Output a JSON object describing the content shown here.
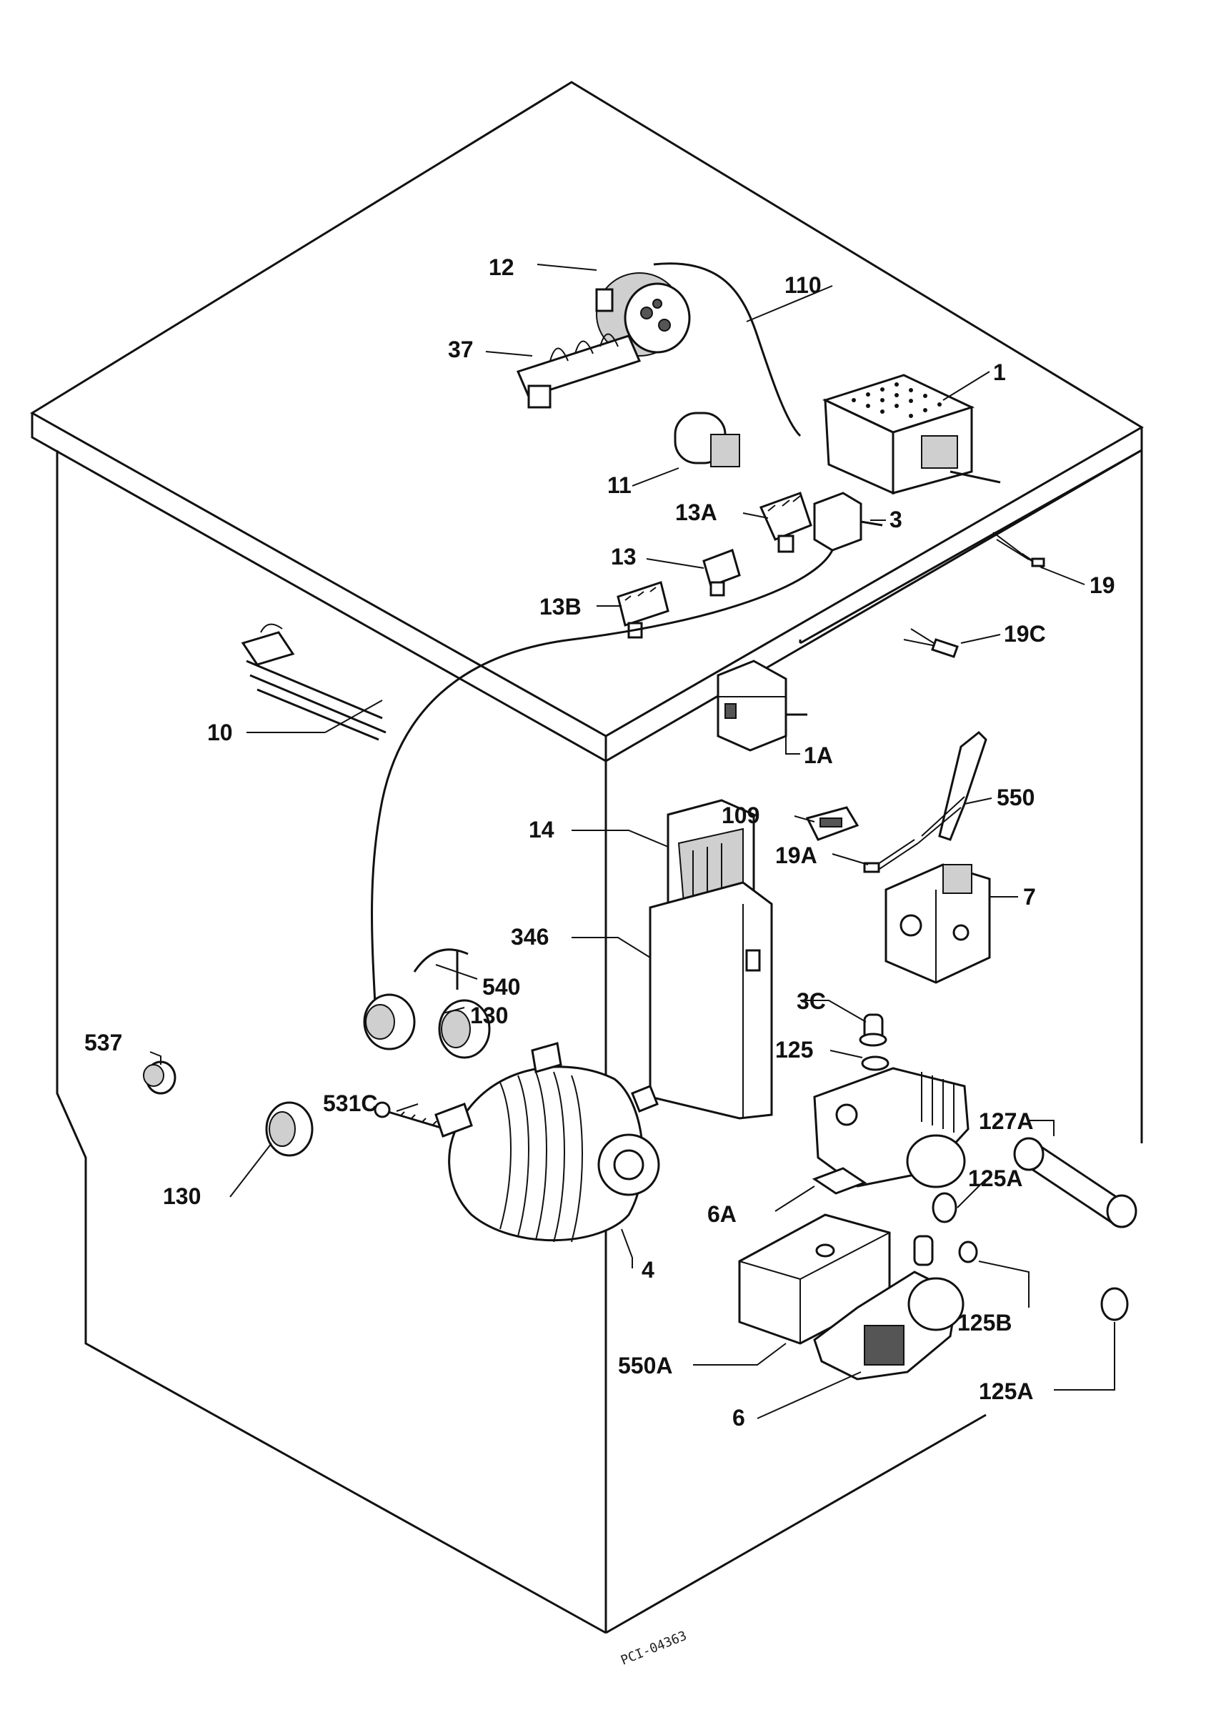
{
  "colors": {
    "ink": "#111111",
    "paper": "#ffffff"
  },
  "stamp": "PCI-04363",
  "callouts": {
    "p1": "1",
    "p1A": "1A",
    "p3": "3",
    "p3C": "3C",
    "p4": "4",
    "p6": "6",
    "p6A": "6A",
    "p7": "7",
    "p10": "10",
    "p11": "11",
    "p12": "12",
    "p13": "13",
    "p13A": "13A",
    "p13B": "13B",
    "p14": "14",
    "p19": "19",
    "p19A": "19A",
    "p19C": "19C",
    "p37": "37",
    "p109": "109",
    "p110": "110",
    "p125": "125",
    "p125A_top": "125A",
    "p125A_bottom": "125A",
    "p125B": "125B",
    "p127A": "127A",
    "p130_top": "130",
    "p130_left": "130",
    "p346": "346",
    "p531C": "531C",
    "p537": "537",
    "p540": "540",
    "p550": "550",
    "p550A": "550A"
  }
}
